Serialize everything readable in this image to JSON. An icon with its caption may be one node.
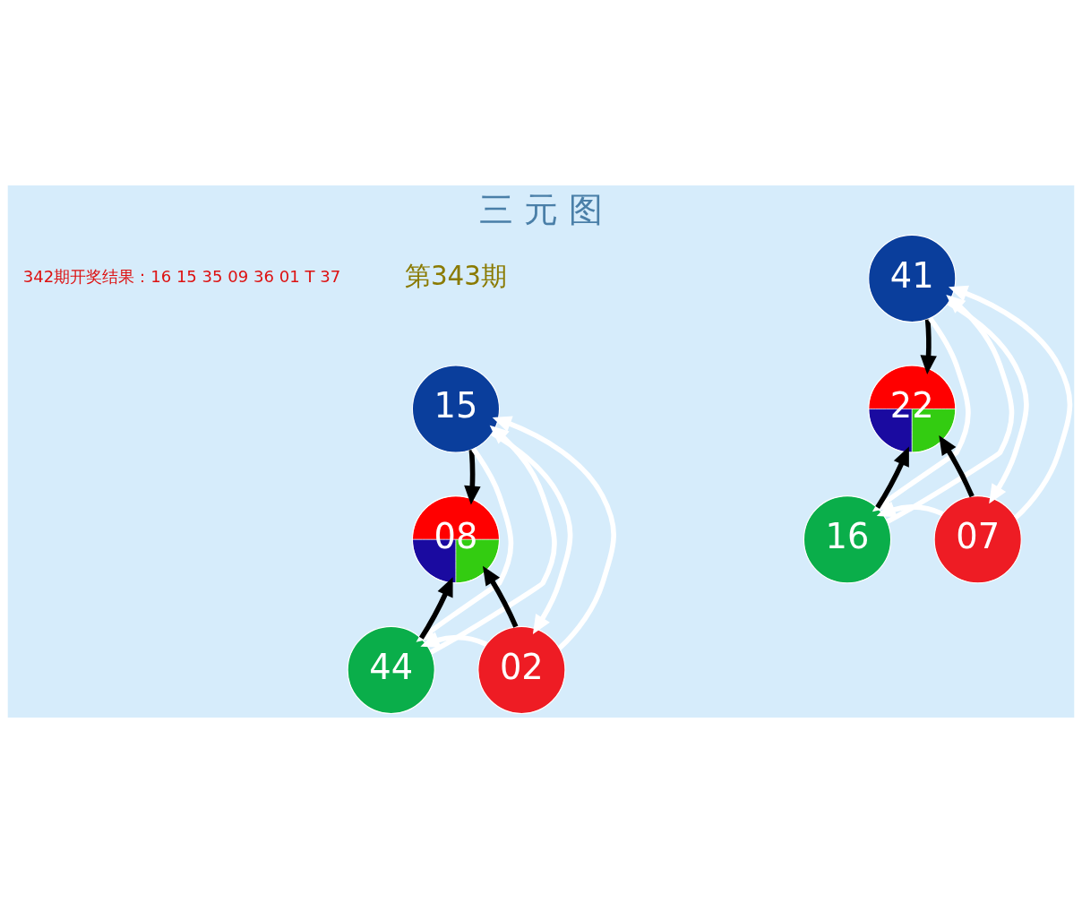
{
  "diagram": {
    "title": "三 元 图",
    "nodes": [
      {
        "text": [
          "15"
        ]
      },
      {
        "text": [
          "08"
        ]
      },
      {
        "text": [
          "44"
        ]
      },
      {
        "text": [
          "02"
        ]
      },
      {
        "text": [
          "41"
        ]
      },
      {
        "text": [
          "22"
        ]
      },
      {
        "text": [
          "16"
        ]
      },
      {
        "text": [
          "07"
        ]
      }
    ],
    "edges": [
      {
        "from": 0,
        "to": 1,
        "arrow": "to",
        "color": "#000000"
      },
      {
        "from": 2,
        "to": 1,
        "arrow": "to",
        "color": "#000000"
      },
      {
        "from": 3,
        "to": 1,
        "arrow": "to",
        "color": "#000000"
      },
      {
        "from": 0,
        "to": 2,
        "arrow": "to",
        "color": "#ffffff"
      },
      {
        "from": 3,
        "to": 2,
        "arrow": "to",
        "color": "#ffffff"
      },
      {
        "from": 3,
        "to": 0,
        "arrow": "to",
        "color": "#ffffff"
      },
      {
        "from": 2,
        "to": 0,
        "arrow": "to",
        "color": "#ffffff"
      },
      {
        "from": 0,
        "to": 3,
        "arrow": "to",
        "color": "#ffffff"
      },
      {
        "from": 4,
        "to": 5,
        "arrow": "to",
        "color": "#000000"
      },
      {
        "from": 6,
        "to": 5,
        "arrow": "to",
        "color": "#000000"
      },
      {
        "from": 7,
        "to": 5,
        "arrow": "to",
        "color": "#000000"
      },
      {
        "from": 4,
        "to": 6,
        "arrow": "to",
        "color": "#ffffff"
      },
      {
        "from": 7,
        "to": 6,
        "arrow": "to",
        "color": "#ffffff"
      },
      {
        "from": 7,
        "to": 4,
        "arrow": "to",
        "color": "#ffffff"
      },
      {
        "from": 6,
        "to": 4,
        "arrow": "to",
        "color": "#ffffff"
      },
      {
        "from": 4,
        "to": 7,
        "arrow": "to",
        "color": "#ffffff"
      }
    ],
    "labels": [
      "342期开奖结果：16 15 35 09 36 01 T 37",
      "第343期"
    ]
  }
}
